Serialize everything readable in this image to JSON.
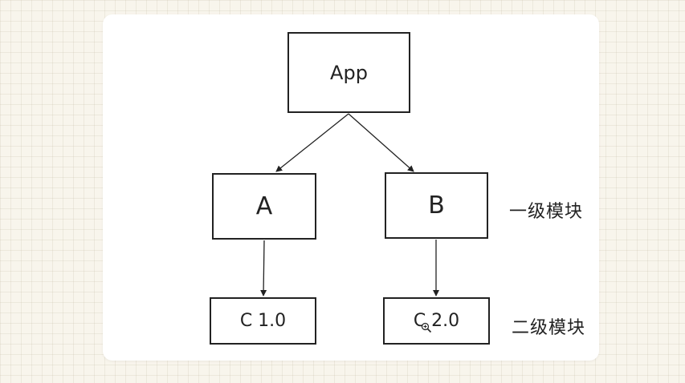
{
  "diagram": {
    "nodes": {
      "app": "App",
      "a": "A",
      "b": "B",
      "c1": "C 1.0",
      "c2": "C 2.0"
    },
    "levels": {
      "level1": "一级模块",
      "level2": "二级模块"
    },
    "edges": [
      {
        "from": "App",
        "to": "A"
      },
      {
        "from": "App",
        "to": "B"
      },
      {
        "from": "A",
        "to": "C 1.0"
      },
      {
        "from": "B",
        "to": "C 2.0"
      }
    ]
  },
  "cursor": {
    "icon": "zoom-in-icon"
  }
}
